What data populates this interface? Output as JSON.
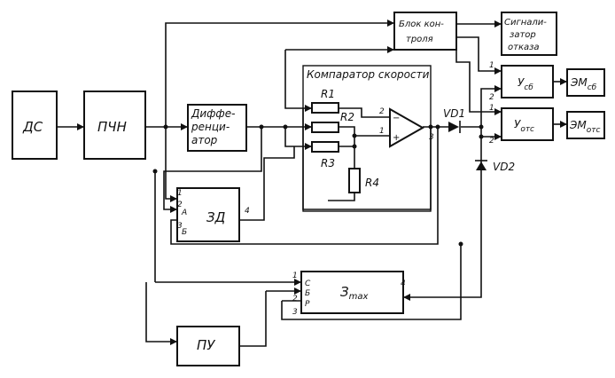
{
  "blocks": {
    "ds": "ДС",
    "pchn": "ПЧН",
    "diff": [
      "Диффе-",
      "ренци-",
      "атор"
    ],
    "control": [
      "Блок кон-",
      "троля"
    ],
    "signal": [
      "Сигнали-",
      "затор",
      "отказа"
    ],
    "comparator_title": "Компаратор скорости",
    "usb": "У",
    "usb_sub": "сб",
    "uots": "У",
    "uots_sub": "отс",
    "emsb": "ЭМ",
    "emsb_sub": "сб",
    "emots": "ЭМ",
    "emots_sub": "отс",
    "zd": "ЗД",
    "zmax": "З",
    "zmax_sub": "max",
    "pu": "ПУ"
  },
  "components": {
    "r1": "R1",
    "r2": "R2",
    "r3": "R3",
    "r4": "R4",
    "vd1": "VD1",
    "vd2": "VD2",
    "opamp_minus": "−",
    "opamp_plus": "+"
  },
  "pins": {
    "one": "1",
    "two": "2",
    "three": "3",
    "four": "4",
    "a": "А",
    "b": "Б",
    "c": "С",
    "p": "Р"
  }
}
